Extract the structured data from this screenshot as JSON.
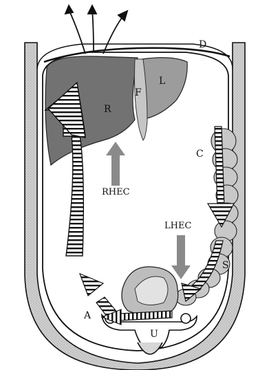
{
  "labels": {
    "diaphragm": "D",
    "liver_right": "R",
    "liver_left": "L",
    "falciform": "F",
    "colon": "C",
    "sigmoid": "S",
    "right_hec": "RHEC",
    "left_hec": "LHEC",
    "appendix": "A",
    "uterus": "U"
  },
  "colors": {
    "outline": "#111111",
    "wall_fill": "#c9c9c9",
    "liver_dark": "#6e6e6e",
    "liver_light": "#9a9a9a",
    "colon_fill": "#bdbdbd",
    "arrow_grey": "#8a8a8a",
    "arrow_stripe": "#111111"
  }
}
